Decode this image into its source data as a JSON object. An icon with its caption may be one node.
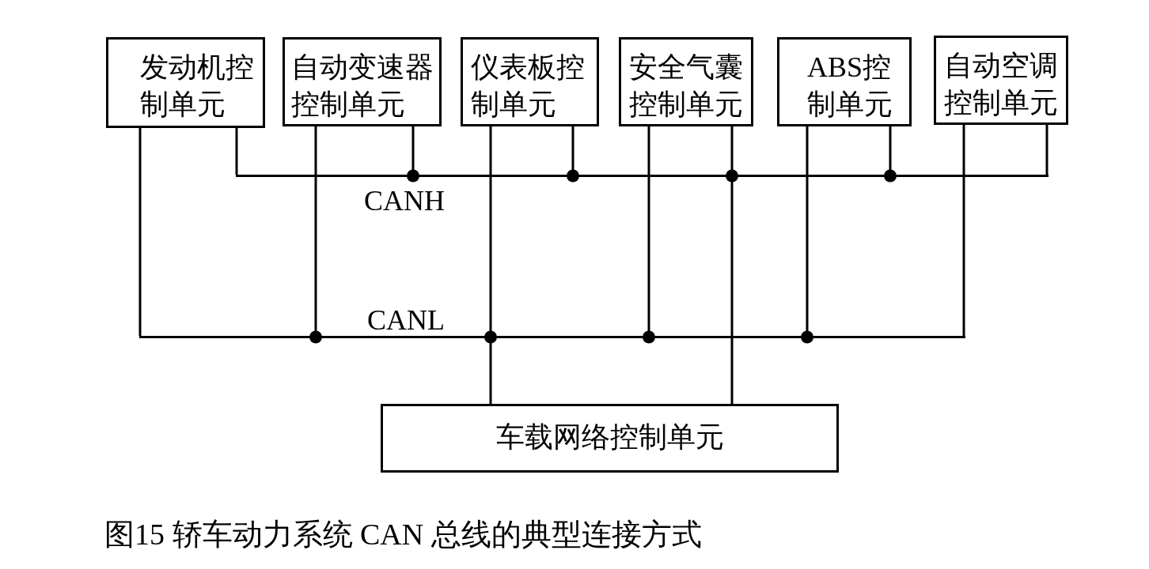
{
  "diagram": {
    "caption": "图15 轿车动力系统 CAN 总线的典型连接方式",
    "nodes": [
      {
        "text": [
          "发动机控制单元"
        ]
      },
      {
        "text": [
          "自动变速器控制单元"
        ]
      },
      {
        "text": [
          "仪表板控制单元"
        ]
      },
      {
        "text": [
          "安全气囊控制单元"
        ]
      },
      {
        "text": [
          "ABS控制单元"
        ]
      },
      {
        "text": [
          "自动空调控制单元"
        ]
      },
      {
        "text": [
          "CANH"
        ]
      },
      {
        "text": [
          "CANL"
        ]
      },
      {
        "text": [
          "车载网络控制单元"
        ]
      }
    ],
    "edges": [
      {
        "from": 0,
        "to": 6,
        "arrow": "none"
      },
      {
        "from": 0,
        "to": 7,
        "arrow": "none"
      },
      {
        "from": 1,
        "to": 6,
        "arrow": "other"
      },
      {
        "from": 1,
        "to": 7,
        "arrow": "other"
      },
      {
        "from": 2,
        "to": 6,
        "arrow": "other"
      },
      {
        "from": 2,
        "to": 7,
        "arrow": "other"
      },
      {
        "from": 3,
        "to": 6,
        "arrow": "other"
      },
      {
        "from": 3,
        "to": 7,
        "arrow": "other"
      },
      {
        "from": 4,
        "to": 6,
        "arrow": "other"
      },
      {
        "from": 4,
        "to": 7,
        "arrow": "other"
      },
      {
        "from": 5,
        "to": 6,
        "arrow": "none"
      },
      {
        "from": 5,
        "to": 7,
        "arrow": "none"
      },
      {
        "from": 8,
        "to": 6,
        "arrow": "other"
      },
      {
        "from": 8,
        "to": 7,
        "arrow": "other"
      }
    ]
  }
}
